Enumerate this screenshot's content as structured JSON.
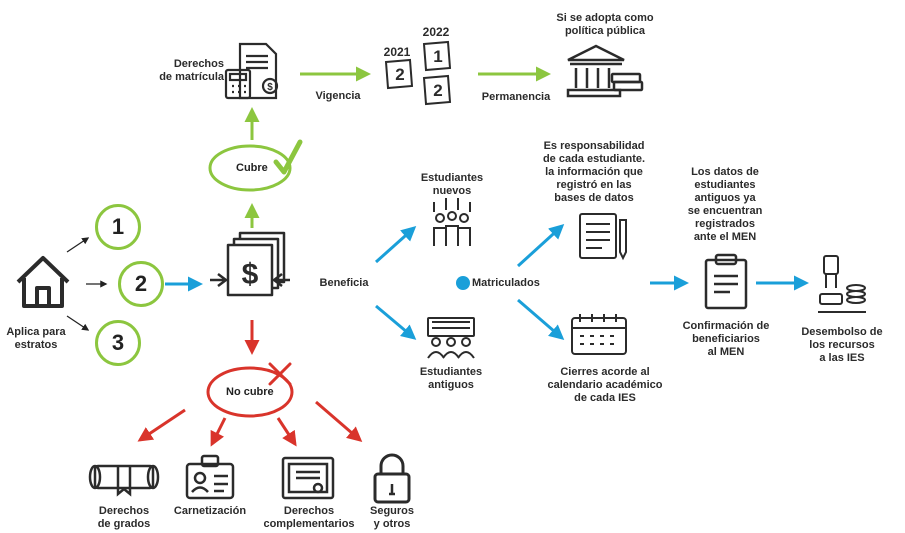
{
  "colors": {
    "green": "#8cc63f",
    "blue": "#1a9fd9",
    "red": "#d9342b",
    "dark": "#2b2b2b"
  },
  "left": {
    "aplica_label": "Aplica para\nestratos",
    "numbers": [
      "1",
      "2",
      "3"
    ]
  },
  "top": {
    "derechos_matricula": "Derechos\nde matrícula",
    "vigencia": "Vigencia",
    "year_2021": "2021",
    "year_2022": "2022",
    "cal_2": "2",
    "cal_1": "1",
    "cal_2b": "2",
    "permanencia": "Permanencia",
    "politica": "Si se adopta como\npolítica pública"
  },
  "center": {
    "cubre": "Cubre",
    "no_cubre": "No cubre",
    "beneficia": "Beneficia",
    "matriculados": "Matriculados"
  },
  "students": {
    "nuevos": "Estudiantes\nnuevos",
    "antiguos": "Estudiantes\nantiguos"
  },
  "right": {
    "responsabilidad": "Es responsabilidad\nde cada estudiante.\nla información que\nregistró en las\nbases de datos",
    "cierres": "Cierres acorde al\ncalendario académico\nde cada IES",
    "datos": "Los datos de\nestudiantes\nantiguos ya\nse encuentran\nregistrados\nante el MEN",
    "confirmacion": "Confirmación de\nbeneficiarios\nal MEN",
    "desembolso": "Desembolso de\nlos recursos\na las IES"
  },
  "bottom": {
    "grados": "Derechos\nde grados",
    "carnetizacion": "Carnetización",
    "complementarios": "Derechos\ncomplementarios",
    "seguros": "Seguros\ny otros"
  }
}
